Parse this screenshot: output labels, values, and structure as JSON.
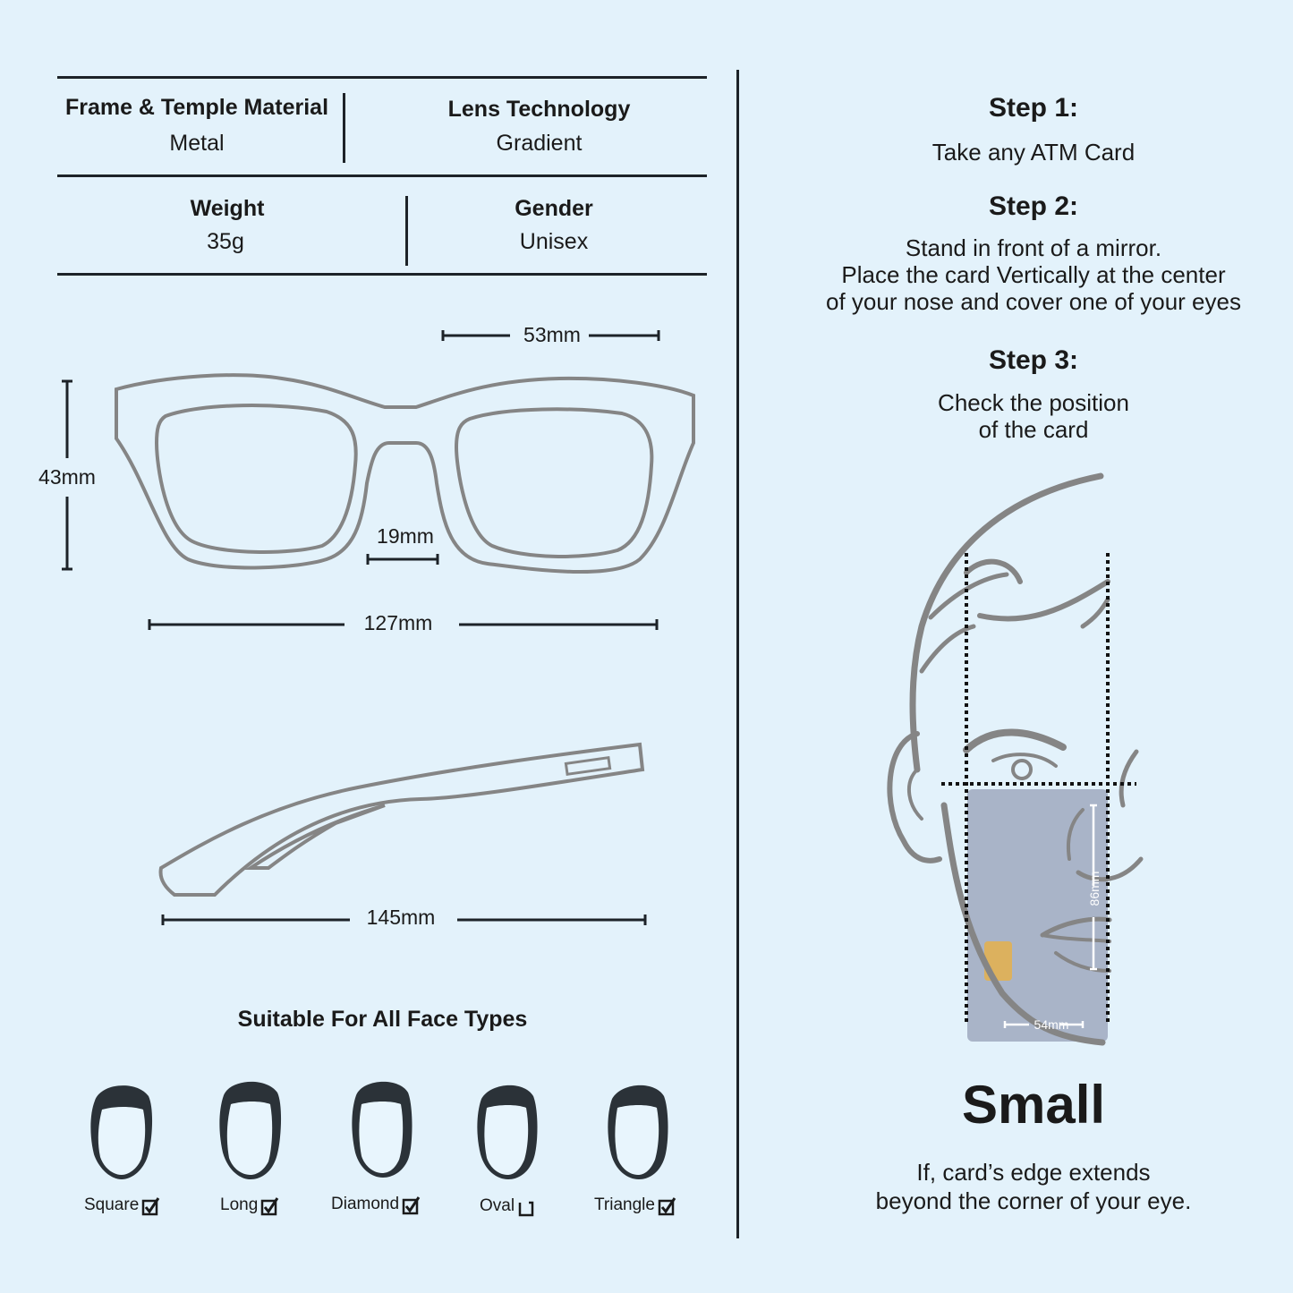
{
  "specs": {
    "row1": [
      {
        "label": "Frame & Temple Material",
        "value": "Metal"
      },
      {
        "label": "Lens Technology",
        "value": "Gradient"
      }
    ],
    "row2": [
      {
        "label": "Weight",
        "value": "35g"
      },
      {
        "label": "Gender",
        "value": "Unisex"
      }
    ]
  },
  "dimensions": {
    "lens_width": "53mm",
    "lens_height": "43mm",
    "bridge_width": "19mm",
    "frame_width": "127mm",
    "temple_length": "145mm"
  },
  "face_types": {
    "title": "Suitable For All Face Types",
    "items": [
      {
        "label": "Square",
        "checked": true
      },
      {
        "label": "Long",
        "checked": true
      },
      {
        "label": "Diamond",
        "checked": true
      },
      {
        "label": "Oval",
        "checked": false
      },
      {
        "label": "Triangle",
        "checked": true
      }
    ]
  },
  "steps": [
    {
      "title": "Step 1:",
      "text": "Take any ATM Card"
    },
    {
      "title": "Step 2:",
      "lines": [
        "Stand in front of a mirror.",
        "Place the card Vertically at the center",
        "of your nose and cover one of your eyes"
      ]
    },
    {
      "title": "Step 3:",
      "lines": [
        "Check the position",
        "of the card"
      ]
    }
  ],
  "card": {
    "height_label": "86mm",
    "width_label": "54mm"
  },
  "result": {
    "size": "Small",
    "lines": [
      "If, card’s edge extends",
      "beyond the corner of your eye."
    ]
  },
  "colors": {
    "background": "#e3f2fb",
    "line": "#1d2328",
    "drawing": "#858585",
    "card": "#a9b4c8",
    "chip": "#dcb15e",
    "face_hair": "#2b3238"
  }
}
